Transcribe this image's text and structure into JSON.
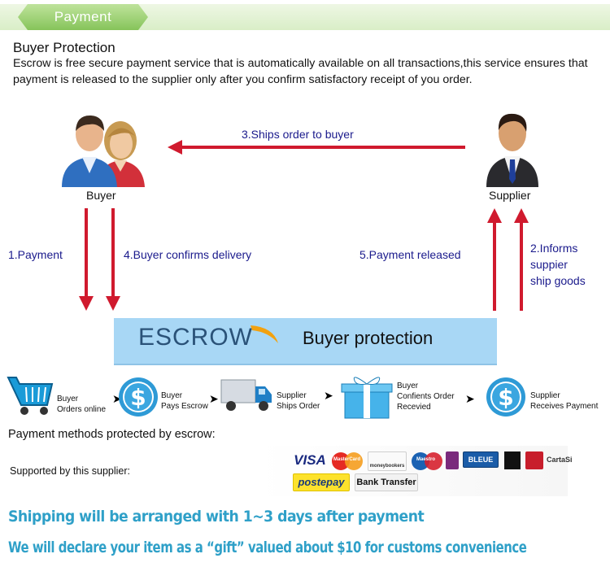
{
  "header": {
    "tab_label": "Payment"
  },
  "intro": {
    "title": "Buyer Protection",
    "body": "Escrow is free secure payment service that is automatically available on all transactions,this service ensures that payment is released to the supplier only after you confirm satisfactory receipt of you order."
  },
  "parties": {
    "buyer": "Buyer",
    "supplier": "Supplier"
  },
  "flow": {
    "step1": "1.Payment",
    "step2_lines": [
      "2.Informs",
      "suppier",
      "ship goods"
    ],
    "step3": "3.Ships order to buyer",
    "step4": "4.Buyer confirms delivery",
    "step5": "5.Payment released"
  },
  "escrow": {
    "word": "ESCROW",
    "tagline": "Buyer protection"
  },
  "process": [
    {
      "icon": "shopping-cart-icon",
      "lines": [
        "Buyer",
        "Orders online"
      ]
    },
    {
      "icon": "dollar-coin-icon",
      "lines": [
        "Buyer",
        "Pays Escrow"
      ]
    },
    {
      "icon": "delivery-truck-icon",
      "lines": [
        "Supplier",
        "Ships Order"
      ]
    },
    {
      "icon": "gift-box-icon",
      "lines": [
        "Buyer",
        "Confients Order",
        "Recevied"
      ]
    },
    {
      "icon": "dollar-coin-icon",
      "lines": [
        "Supplier",
        "Receives Payment"
      ]
    }
  ],
  "methods": {
    "title": "Payment methods protected by escrow:",
    "supported": "Supported by this supplier:",
    "logos": {
      "visa": "VISA",
      "mastercard": "MasterCard",
      "moneybookers": "moneybookers",
      "maestro": "Maestro",
      "bleue": "BLEUE",
      "cartasi": "CartaSi",
      "postepay": "postepay",
      "bank_transfer": "Bank Transfer"
    }
  },
  "notices": [
    "Shipping will be arranged with 1~3 days after payment",
    "We will declare your item as a “gift” valued about $10 for customs convenience"
  ],
  "colors": {
    "arrow": "#d01a2e",
    "flow_text": "#1a1a8c",
    "escrow_bg": "#a8d7f5",
    "notice": "#2fa0c8",
    "header_tab": "#86c45a"
  }
}
